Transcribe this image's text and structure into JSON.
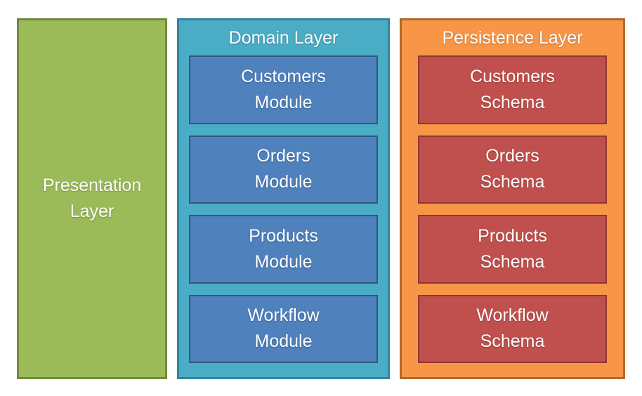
{
  "colors": {
    "background": "#FFFFFF",
    "text": "#FFFFFF",
    "presentation_fill": "#9BBB59",
    "presentation_border": "#71893F",
    "domain_fill": "#4BACC6",
    "domain_border": "#31859B",
    "module_fill": "#4F81BD",
    "module_border": "#35567E",
    "persistence_fill": "#F79646",
    "persistence_border": "#B06A2B",
    "schema_fill": "#C0504D",
    "schema_border": "#8E3634"
  },
  "presentation": {
    "title": "Presentation\nLayer"
  },
  "domain": {
    "title": "Domain Layer",
    "modules": [
      "Customers\nModule",
      "Orders\nModule",
      "Products\nModule",
      "Workflow\nModule"
    ]
  },
  "persistence": {
    "title": "Persistence Layer",
    "schemas": [
      "Customers\nSchema",
      "Orders\nSchema",
      "Products\nSchema",
      "Workflow\nSchema"
    ]
  }
}
